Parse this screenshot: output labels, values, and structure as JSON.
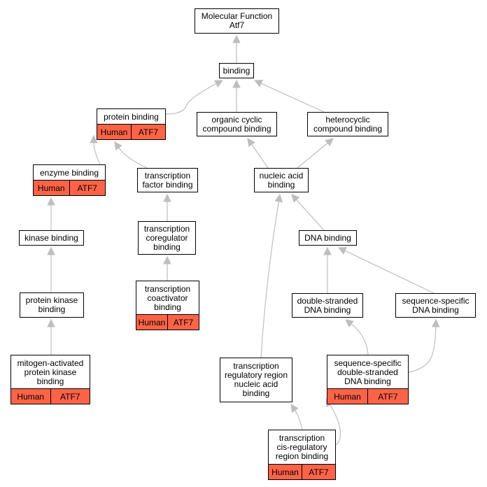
{
  "colors": {
    "node_fill": "#ffffff",
    "node_border": "#000000",
    "annotation_fill": "#ff6347",
    "edge": "#bebebe"
  },
  "nodes": {
    "molecular_function": {
      "label": "Molecular Function\nAtf7"
    },
    "binding": {
      "label": "binding"
    },
    "protein_binding": {
      "label": "protein binding",
      "annotation": [
        "Human",
        "ATF7"
      ]
    },
    "organic_cyclic_compound_binding": {
      "label": "organic cyclic\ncompound binding"
    },
    "heterocyclic_compound_binding": {
      "label": "heterocyclic\ncompound binding"
    },
    "enzyme_binding": {
      "label": "enzyme binding",
      "annotation": [
        "Human",
        "ATF7"
      ]
    },
    "transcription_factor_binding": {
      "label": "transcription\nfactor binding"
    },
    "nucleic_acid_binding": {
      "label": "nucleic acid\nbinding"
    },
    "kinase_binding": {
      "label": "kinase binding"
    },
    "transcription_coregulator_binding": {
      "label": "transcription\ncoregulator\nbinding"
    },
    "dna_binding": {
      "label": "DNA binding"
    },
    "protein_kinase_binding": {
      "label": "protein kinase\nbinding"
    },
    "transcription_coactivator_binding": {
      "label": "transcription\ncoactivator\nbinding",
      "annotation": [
        "Human",
        "ATF7"
      ]
    },
    "double_stranded_dna_binding": {
      "label": "double-stranded\nDNA binding"
    },
    "sequence_specific_dna_binding": {
      "label": "sequence-specific\nDNA binding"
    },
    "map_kinase_binding": {
      "label": "mitogen-activated\nprotein kinase\nbinding",
      "annotation": [
        "Human",
        "ATF7"
      ]
    },
    "transcription_regulatory_region_nucleic_acid_binding": {
      "label": "transcription\nregulatory region\nnucleic acid\nbinding"
    },
    "sequence_specific_double_stranded_dna_binding": {
      "label": "sequence-specific\ndouble-stranded\nDNA binding",
      "annotation": [
        "Human",
        "ATF7"
      ]
    },
    "transcription_cis_regulatory_region_binding": {
      "label": "transcription\ncis-regulatory\nregion binding",
      "annotation": [
        "Human",
        "ATF7"
      ]
    }
  },
  "edges": [
    [
      "binding",
      "molecular_function"
    ],
    [
      "protein_binding",
      "binding"
    ],
    [
      "organic_cyclic_compound_binding",
      "binding"
    ],
    [
      "heterocyclic_compound_binding",
      "binding"
    ],
    [
      "enzyme_binding",
      "protein_binding"
    ],
    [
      "transcription_factor_binding",
      "protein_binding"
    ],
    [
      "nucleic_acid_binding",
      "organic_cyclic_compound_binding"
    ],
    [
      "nucleic_acid_binding",
      "heterocyclic_compound_binding"
    ],
    [
      "kinase_binding",
      "enzyme_binding"
    ],
    [
      "transcription_coregulator_binding",
      "transcription_factor_binding"
    ],
    [
      "dna_binding",
      "nucleic_acid_binding"
    ],
    [
      "protein_kinase_binding",
      "kinase_binding"
    ],
    [
      "transcription_coactivator_binding",
      "transcription_coregulator_binding"
    ],
    [
      "double_stranded_dna_binding",
      "dna_binding"
    ],
    [
      "sequence_specific_dna_binding",
      "dna_binding"
    ],
    [
      "map_kinase_binding",
      "protein_kinase_binding"
    ],
    [
      "transcription_regulatory_region_nucleic_acid_binding",
      "nucleic_acid_binding"
    ],
    [
      "sequence_specific_double_stranded_dna_binding",
      "double_stranded_dna_binding"
    ],
    [
      "sequence_specific_double_stranded_dna_binding",
      "sequence_specific_dna_binding"
    ],
    [
      "transcription_cis_regulatory_region_binding",
      "transcription_regulatory_region_nucleic_acid_binding"
    ],
    [
      "transcription_cis_regulatory_region_binding",
      "sequence_specific_double_stranded_dna_binding"
    ]
  ]
}
